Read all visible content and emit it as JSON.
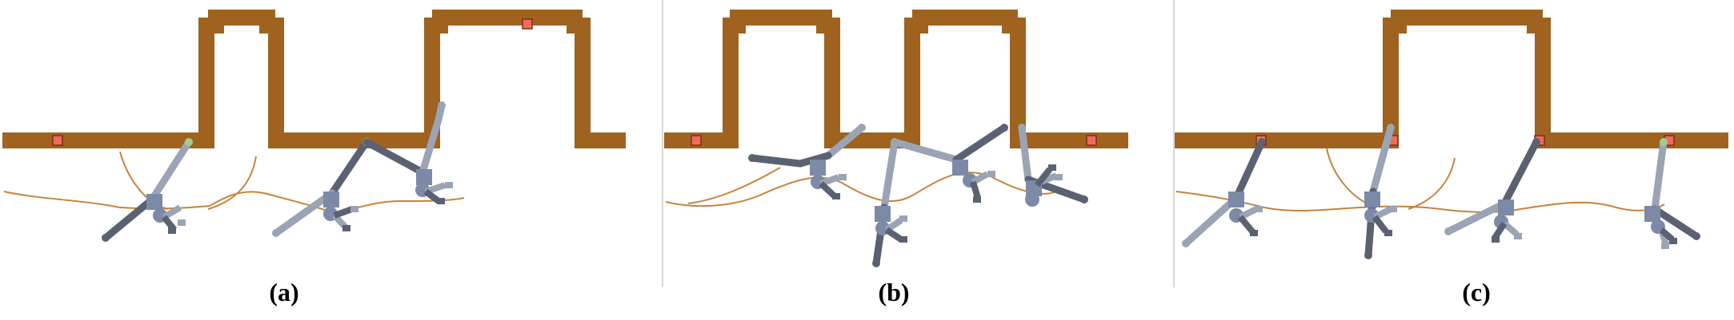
{
  "figure": {
    "panels": [
      {
        "id": "a",
        "label": "(a)"
      },
      {
        "id": "b",
        "label": "(b)"
      },
      {
        "id": "c",
        "label": "(c)"
      }
    ],
    "colors": {
      "wall": "#A0621F",
      "handhold": "#F26A5A",
      "handhold_border": "#7A2E20",
      "trajectory": "#C9823C",
      "limb_light": "#9AA4B4",
      "limb_dark": "#5A6272",
      "body": "#7C8AA8",
      "grip_point": "#9FD08A"
    },
    "icons": [
      "humanoid-climber-figure",
      "handhold-marker"
    ]
  }
}
